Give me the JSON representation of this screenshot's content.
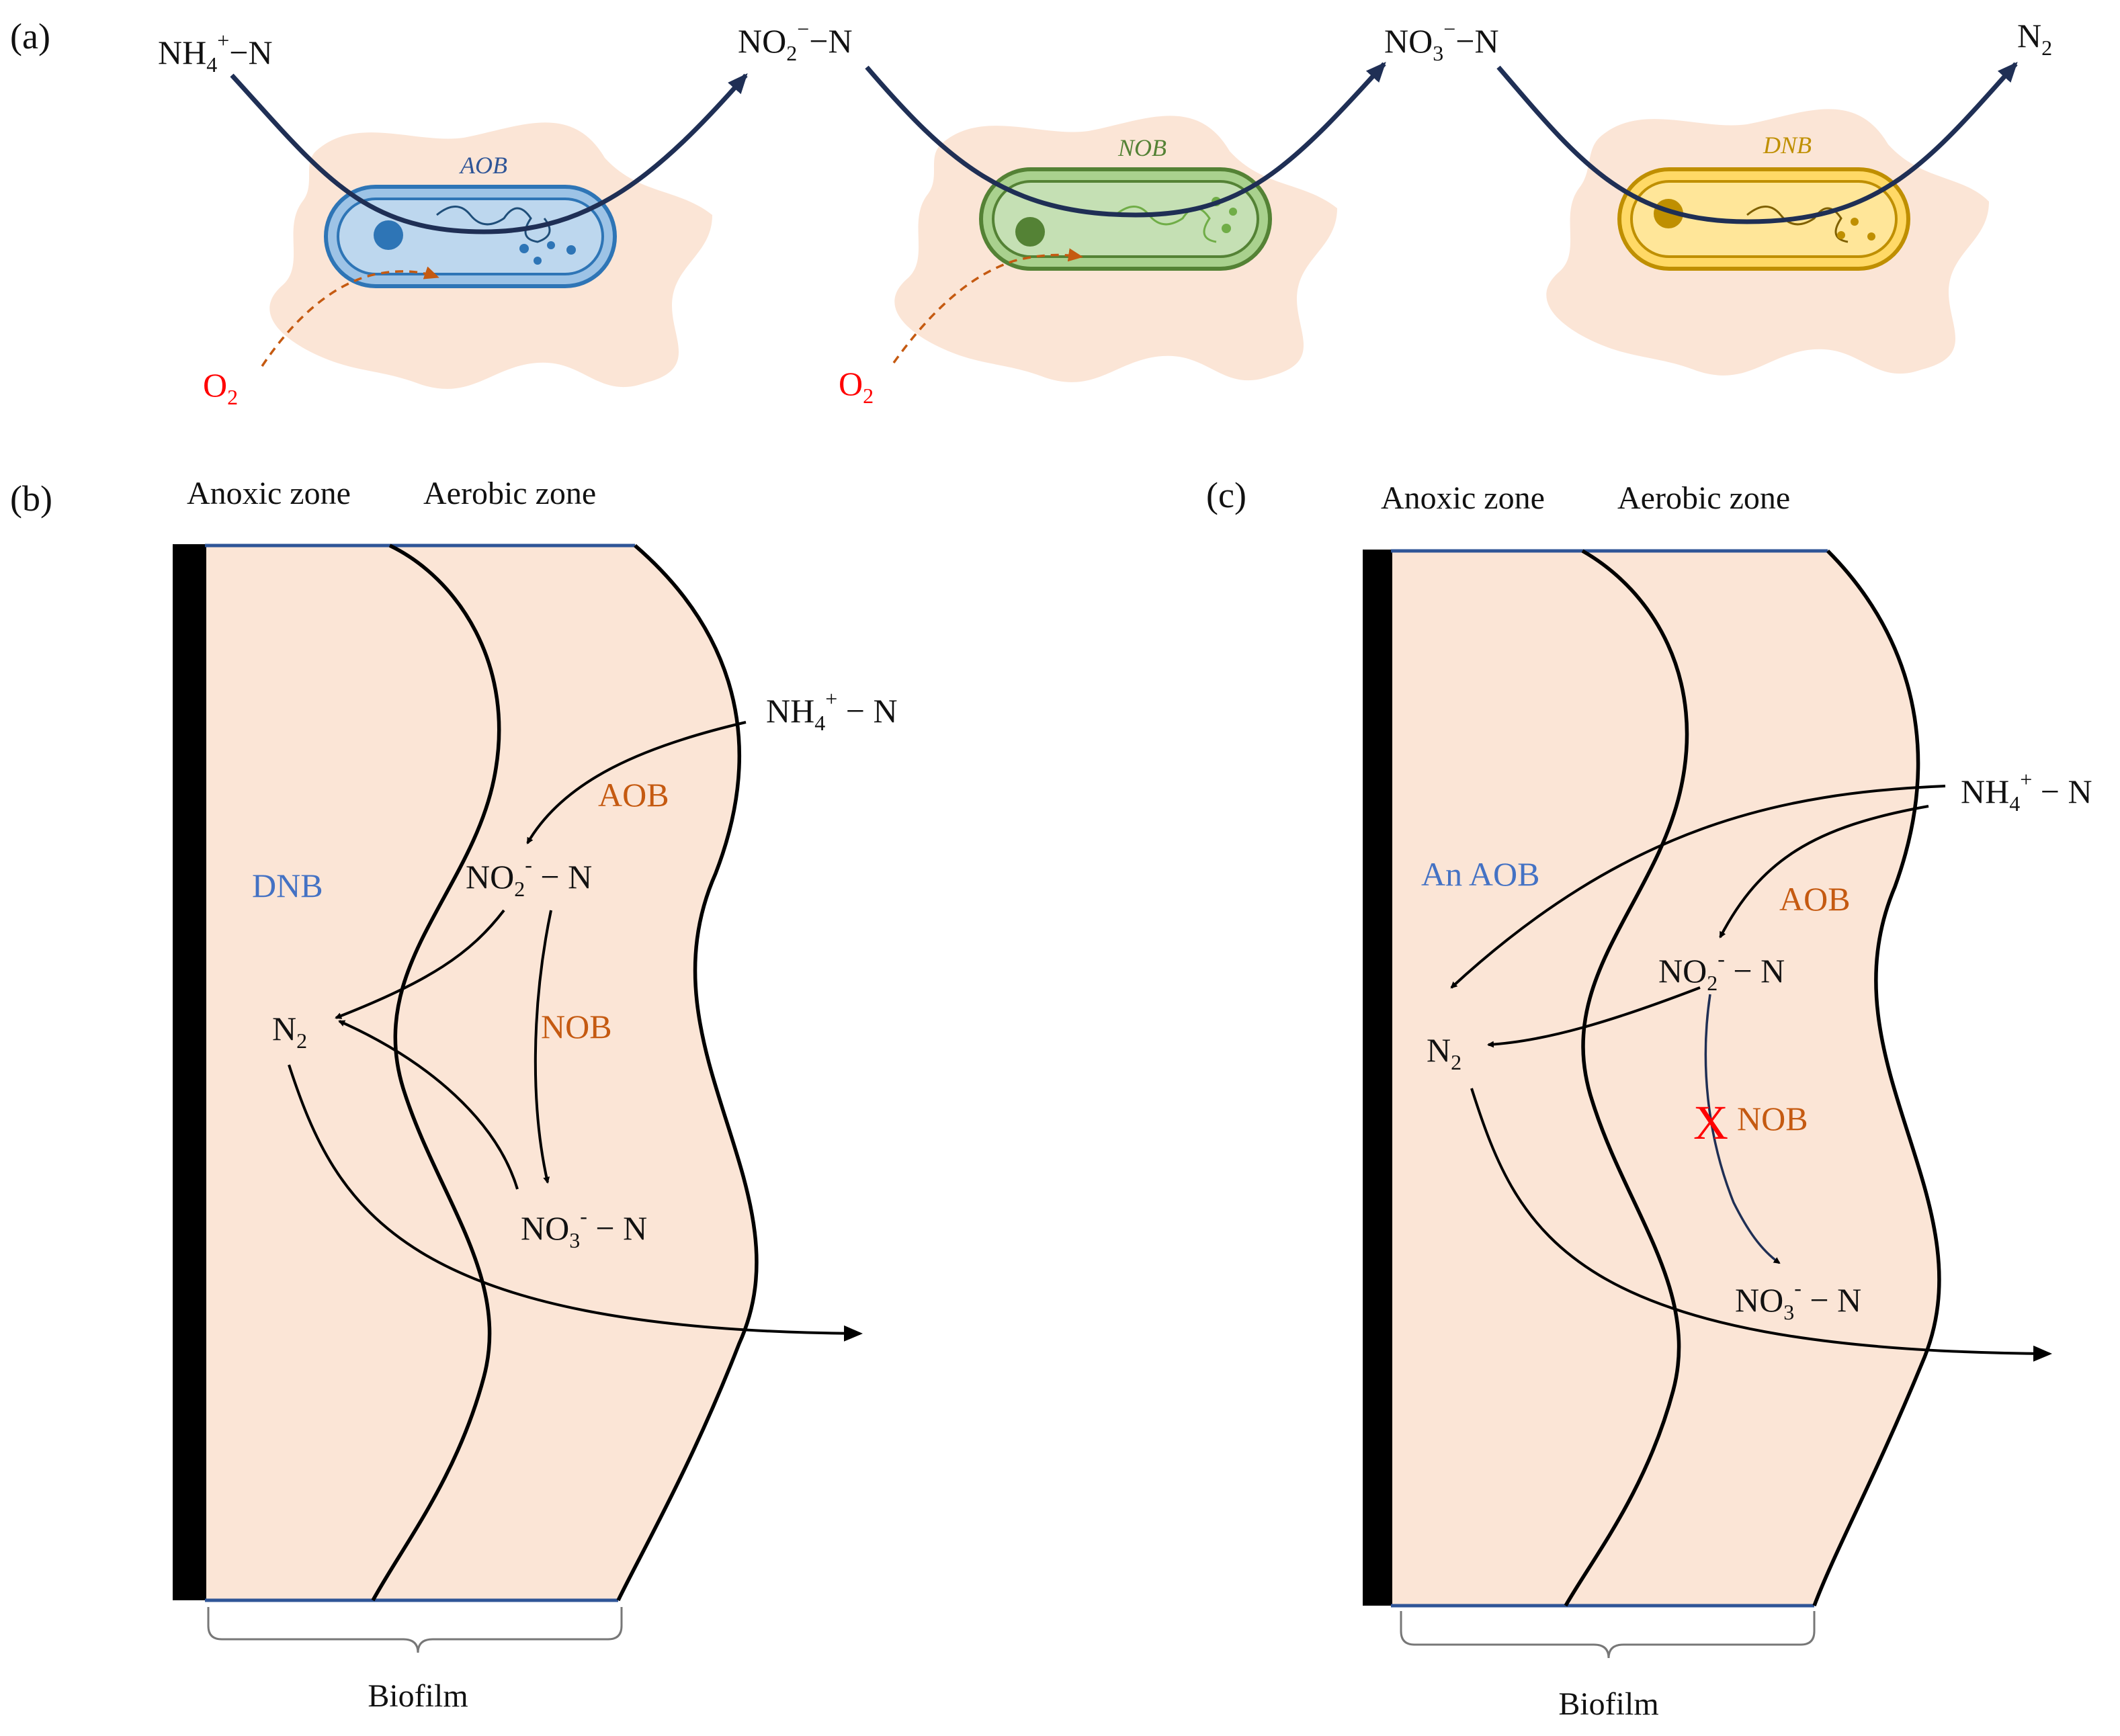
{
  "panel_a": {
    "label": "(a)",
    "nh4": {
      "main": "NH",
      "sub": "4",
      "sup": "+",
      "tail": "−N"
    },
    "no2": {
      "main": "NO",
      "sub": "2",
      "sup": "−",
      "tail": "−N"
    },
    "no3": {
      "main": "NO",
      "sub": "3",
      "sup": "−",
      "tail": "−N"
    },
    "n2": {
      "main": "N",
      "sub": "2"
    },
    "o2": {
      "main": "O",
      "sub": "2"
    },
    "cells": {
      "aob": "AOB",
      "nob": "NOB",
      "dnb": "DNB"
    },
    "colors": {
      "aob": "#9dc3e6",
      "nob": "#a9d18e",
      "dnb": "#ffd966",
      "halo": "#fbe5d6",
      "path": "#1f2f55",
      "o2_arrow": "#c55a11"
    }
  },
  "panel_b": {
    "label": "(b)",
    "anoxic": "Anoxic zone",
    "aerobic": "Aerobic zone",
    "nh4": {
      "main": "NH",
      "sub": "4",
      "sup": "+",
      "tail": " − N"
    },
    "no2": {
      "main": "NO",
      "sub": "2",
      "sup": "-",
      "tail": " − N"
    },
    "no3": {
      "main": "NO",
      "sub": "3",
      "sup": "-",
      "tail": " − N"
    },
    "n2": {
      "main": "N",
      "sub": "2"
    },
    "aob": "AOB",
    "nob": "NOB",
    "dnb": "DNB",
    "biofilm": "Biofilm"
  },
  "panel_c": {
    "label": "(c)",
    "anoxic": "Anoxic zone",
    "aerobic": "Aerobic zone",
    "nh4": {
      "main": "NH",
      "sub": "4",
      "sup": "+",
      "tail": " − N"
    },
    "no2": {
      "main": "NO",
      "sub": "2",
      "sup": "-",
      "tail": " − N"
    },
    "no3": {
      "main": "NO",
      "sub": "3",
      "sup": "-",
      "tail": " − N"
    },
    "n2": {
      "main": "N",
      "sub": "2"
    },
    "an_aob": "An AOB",
    "aob": "AOB",
    "nob": "NOB",
    "blocked": "X",
    "biofilm": "Biofilm"
  },
  "colors": {
    "biofilm_fill": "#fbe5d6",
    "support": "#000000"
  }
}
